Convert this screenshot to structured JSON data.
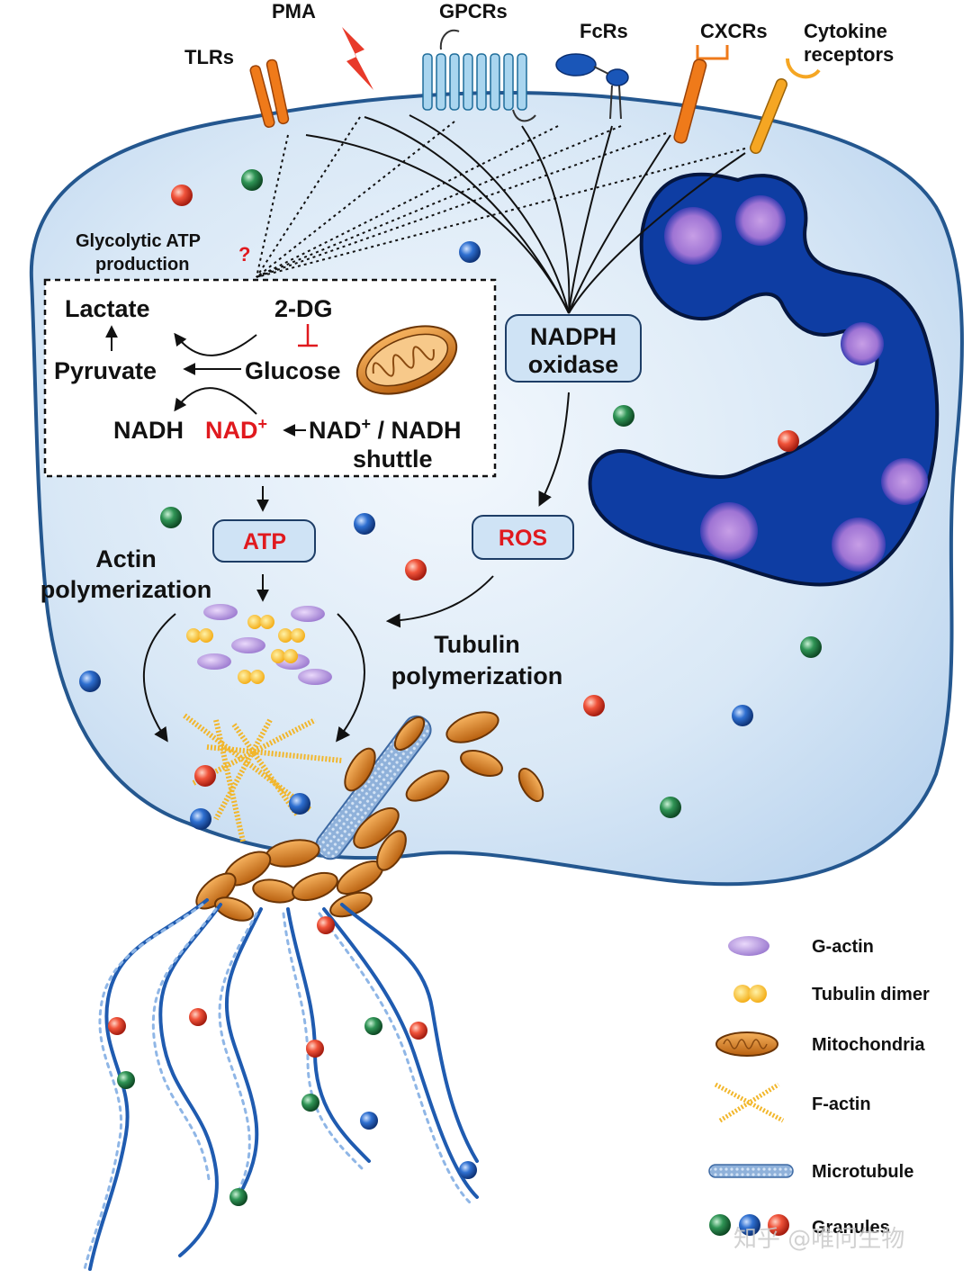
{
  "receptors": {
    "tlrs": "TLRs",
    "pma": "PMA",
    "gpcrs": "GPCRs",
    "fcrs": "FcRs",
    "cxcrs": "CXCRs",
    "cytokine_line1": "Cytokine",
    "cytokine_line2": "receptors"
  },
  "glycolysis": {
    "question_line1": "Glycolytic ATP",
    "question_line2": "production",
    "question_mark": "?",
    "lactate": "Lactate",
    "two_dg": "2-DG",
    "pyruvate": "Pyruvate",
    "glucose": "Glucose",
    "nadh": "NADH",
    "nad_plus": "NAD",
    "plus": "+",
    "shuttle_line1_a": "NAD",
    "shuttle_line1_b": " / NADH",
    "shuttle_line2": "shuttle"
  },
  "nadph_line1": "NADPH",
  "nadph_line2": "oxidase",
  "atp": "ATP",
  "ros": "ROS",
  "actin_line1": "Actin",
  "actin_line2": "polymerization",
  "tubulin_line1": "Tubulin",
  "tubulin_line2": "polymerization",
  "legend": [
    {
      "name": "g-actin",
      "label": "G-actin"
    },
    {
      "name": "tubulin-dimer",
      "label": "Tubulin  dimer"
    },
    {
      "name": "mitochondria",
      "label": "Mitochondria"
    },
    {
      "name": "f-actin",
      "label": "F-actin"
    },
    {
      "name": "microtubule",
      "label": "Microtubule"
    },
    {
      "name": "granules",
      "label": "Granules"
    }
  ],
  "watermark": "知乎 @唯问生物",
  "colors": {
    "cell_fill": "#d6e6f5",
    "cell_stroke": "#2a5d9b",
    "nucleus": "#0d3a9e",
    "nucleolus": "#b58ad8",
    "receptor_orange": "#ef7a1a",
    "label_box": "#cfe3f5",
    "red_text": "#e0191e",
    "granule_red": "#e8402a",
    "granule_green": "#1f7a3e",
    "granule_blue": "#1f5fb8"
  }
}
